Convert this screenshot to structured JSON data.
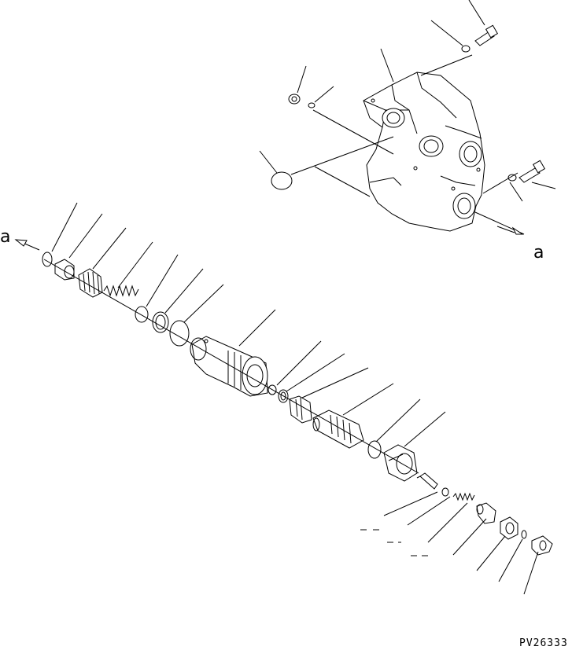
{
  "drawing": {
    "marker_left": "a",
    "marker_right": "a",
    "drawing_code": "PV26333"
  }
}
